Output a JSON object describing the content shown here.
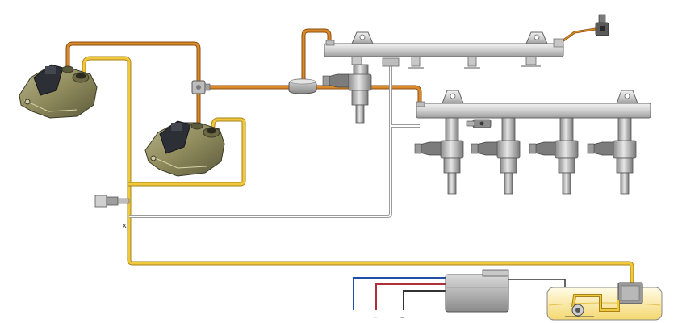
{
  "diagram": {
    "electrical_labels": {
      "plus": "+",
      "minus": "−"
    },
    "colors": {
      "high_pressure_line": "#c9771d",
      "low_pressure_line": "#e6b92e",
      "return_line": "#9a9a9a",
      "rail_fill": "#d4d4d4",
      "pump_body": "#8e8a5c",
      "tank_fill": "#fff2b0",
      "wire_blue": "#1f4fa8",
      "wire_red": "#b0303a",
      "wire_dark": "#333333"
    },
    "components": [
      "high-pressure-pump-1",
      "high-pressure-pump-2",
      "pressure-distributor",
      "pressure-damper",
      "fuel-rail-upper",
      "fuel-rail-lower",
      "pressure-sensor",
      "pressure-regulator",
      "fuel-filter",
      "fuel-tank",
      "electric-fuel-pump",
      "low-pressure-sensor"
    ]
  }
}
